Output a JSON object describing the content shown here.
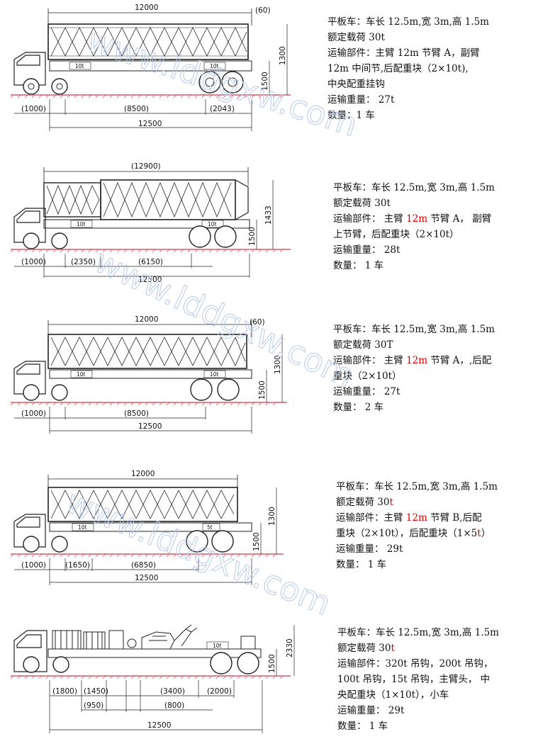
{
  "colors": {
    "ground": "#d65a6a",
    "line": "#222222",
    "accent_red": "#d40000",
    "watermark": "#b9c9ea"
  },
  "watermark": {
    "text": "www.lddgxw.com"
  },
  "panels": [
    {
      "dims": {
        "top_length": "12000",
        "top_right": "(60)",
        "height_total": "1300",
        "deck_height": "1500",
        "seg1": "(1000)",
        "seg2": "(8500)",
        "seg3": "(2043)",
        "total": "12500",
        "weight_label_1": "10t",
        "weight_label_2": "10t"
      },
      "spec": {
        "line1": "平板车：车长 12.5m,宽 3m,高 1.5m",
        "line2": "额定载荷 30t",
        "line3": "运输部件：主臂 12m 节臂 A，副臂",
        "line4": "12m 中间节,后配重块（2×10t),",
        "line5": "中央配重挂钩",
        "line6": "运输重量：  27t",
        "line7": "数量：1 车"
      }
    },
    {
      "dims": {
        "top_length": "(12900)",
        "height_total": "1433",
        "deck_height": "1500",
        "seg1": "(1000)",
        "seg2": "(2350)",
        "seg3": "(6150)",
        "total": "12500",
        "weight_label_1": "10t",
        "weight_label_2": "10t"
      },
      "spec": {
        "line1": "平板车：车长 12.5m,宽  3m,高  1.5m",
        "line2": "额定载荷 30t",
        "line3a": "运输部件：  主臂 ",
        "line3red": "12m",
        "line3b": " 节臂 A，  副臂",
        "line4": "上节臂，后配重块（2×10t）",
        "line5": "运输重量：  28t",
        "line6": "数量：  1 车"
      }
    },
    {
      "dims": {
        "top_length": "12000",
        "top_right": "(60)",
        "height_total": "1300",
        "deck_height": "1500",
        "seg1": "(1000)",
        "seg2": "(8500)",
        "total": "12500",
        "weight_label_1": "10t",
        "weight_label_2": "10t"
      },
      "spec": {
        "line1": "平板车：车长  12.5m,宽  3m,高  1.5m",
        "line2": "额定载荷 30T",
        "line3a": "运输部件：  主臂 ",
        "line3red": "12m",
        "line3b": " 节臂 A，,后配",
        "line4": "重块（2×10t）",
        "line5": "运输重量：  27t",
        "line6": "数量：  2 车"
      }
    },
    {
      "dims": {
        "top_length": "12000",
        "height_total": "1300",
        "deck_height": "1500",
        "seg1": "(1000)",
        "seg2": "(1650)",
        "seg3": "(6850)",
        "total": "12500",
        "weight_label_1": "10t",
        "weight_label_2": "5t"
      },
      "spec": {
        "line1": "平板车：车长 12.5m,宽 3m,高 1.5m",
        "line2a": "额定载荷 30",
        "line2red": "t",
        "line3a": "运输部件：主臂 ",
        "line3red": "12m",
        "line3b": " 节臂 B,后配",
        "line4a": "重块（2×10t），后配重块（1×5",
        "line4red": "t",
        "line4b": "）",
        "line5": "运输重量：  29t",
        "line6": "数量：  1 车"
      }
    },
    {
      "dims": {
        "height_total": "2330",
        "deck_height": "1500",
        "seg1": "(1800)",
        "seg2": "(1450)",
        "seg3": "(3400)",
        "seg4": "(2000)",
        "seg5": "(950)",
        "seg6": "(800)",
        "total": "12500",
        "weight_label_1": "10t"
      },
      "spec": {
        "line1": "平板车：车长 12.5m,宽 3m,高 1.5m",
        "line2a": "额定载荷 30",
        "line2red": "t",
        "line3": "运输部件：320t 吊钩，200t 吊钩，",
        "line4": "100t 吊钩，15t 吊钩，主臂头，  中",
        "line5": "央配重块（1×10t），小车",
        "line6": "运输重量：  29t",
        "line7": "数量：  1 车"
      }
    }
  ]
}
